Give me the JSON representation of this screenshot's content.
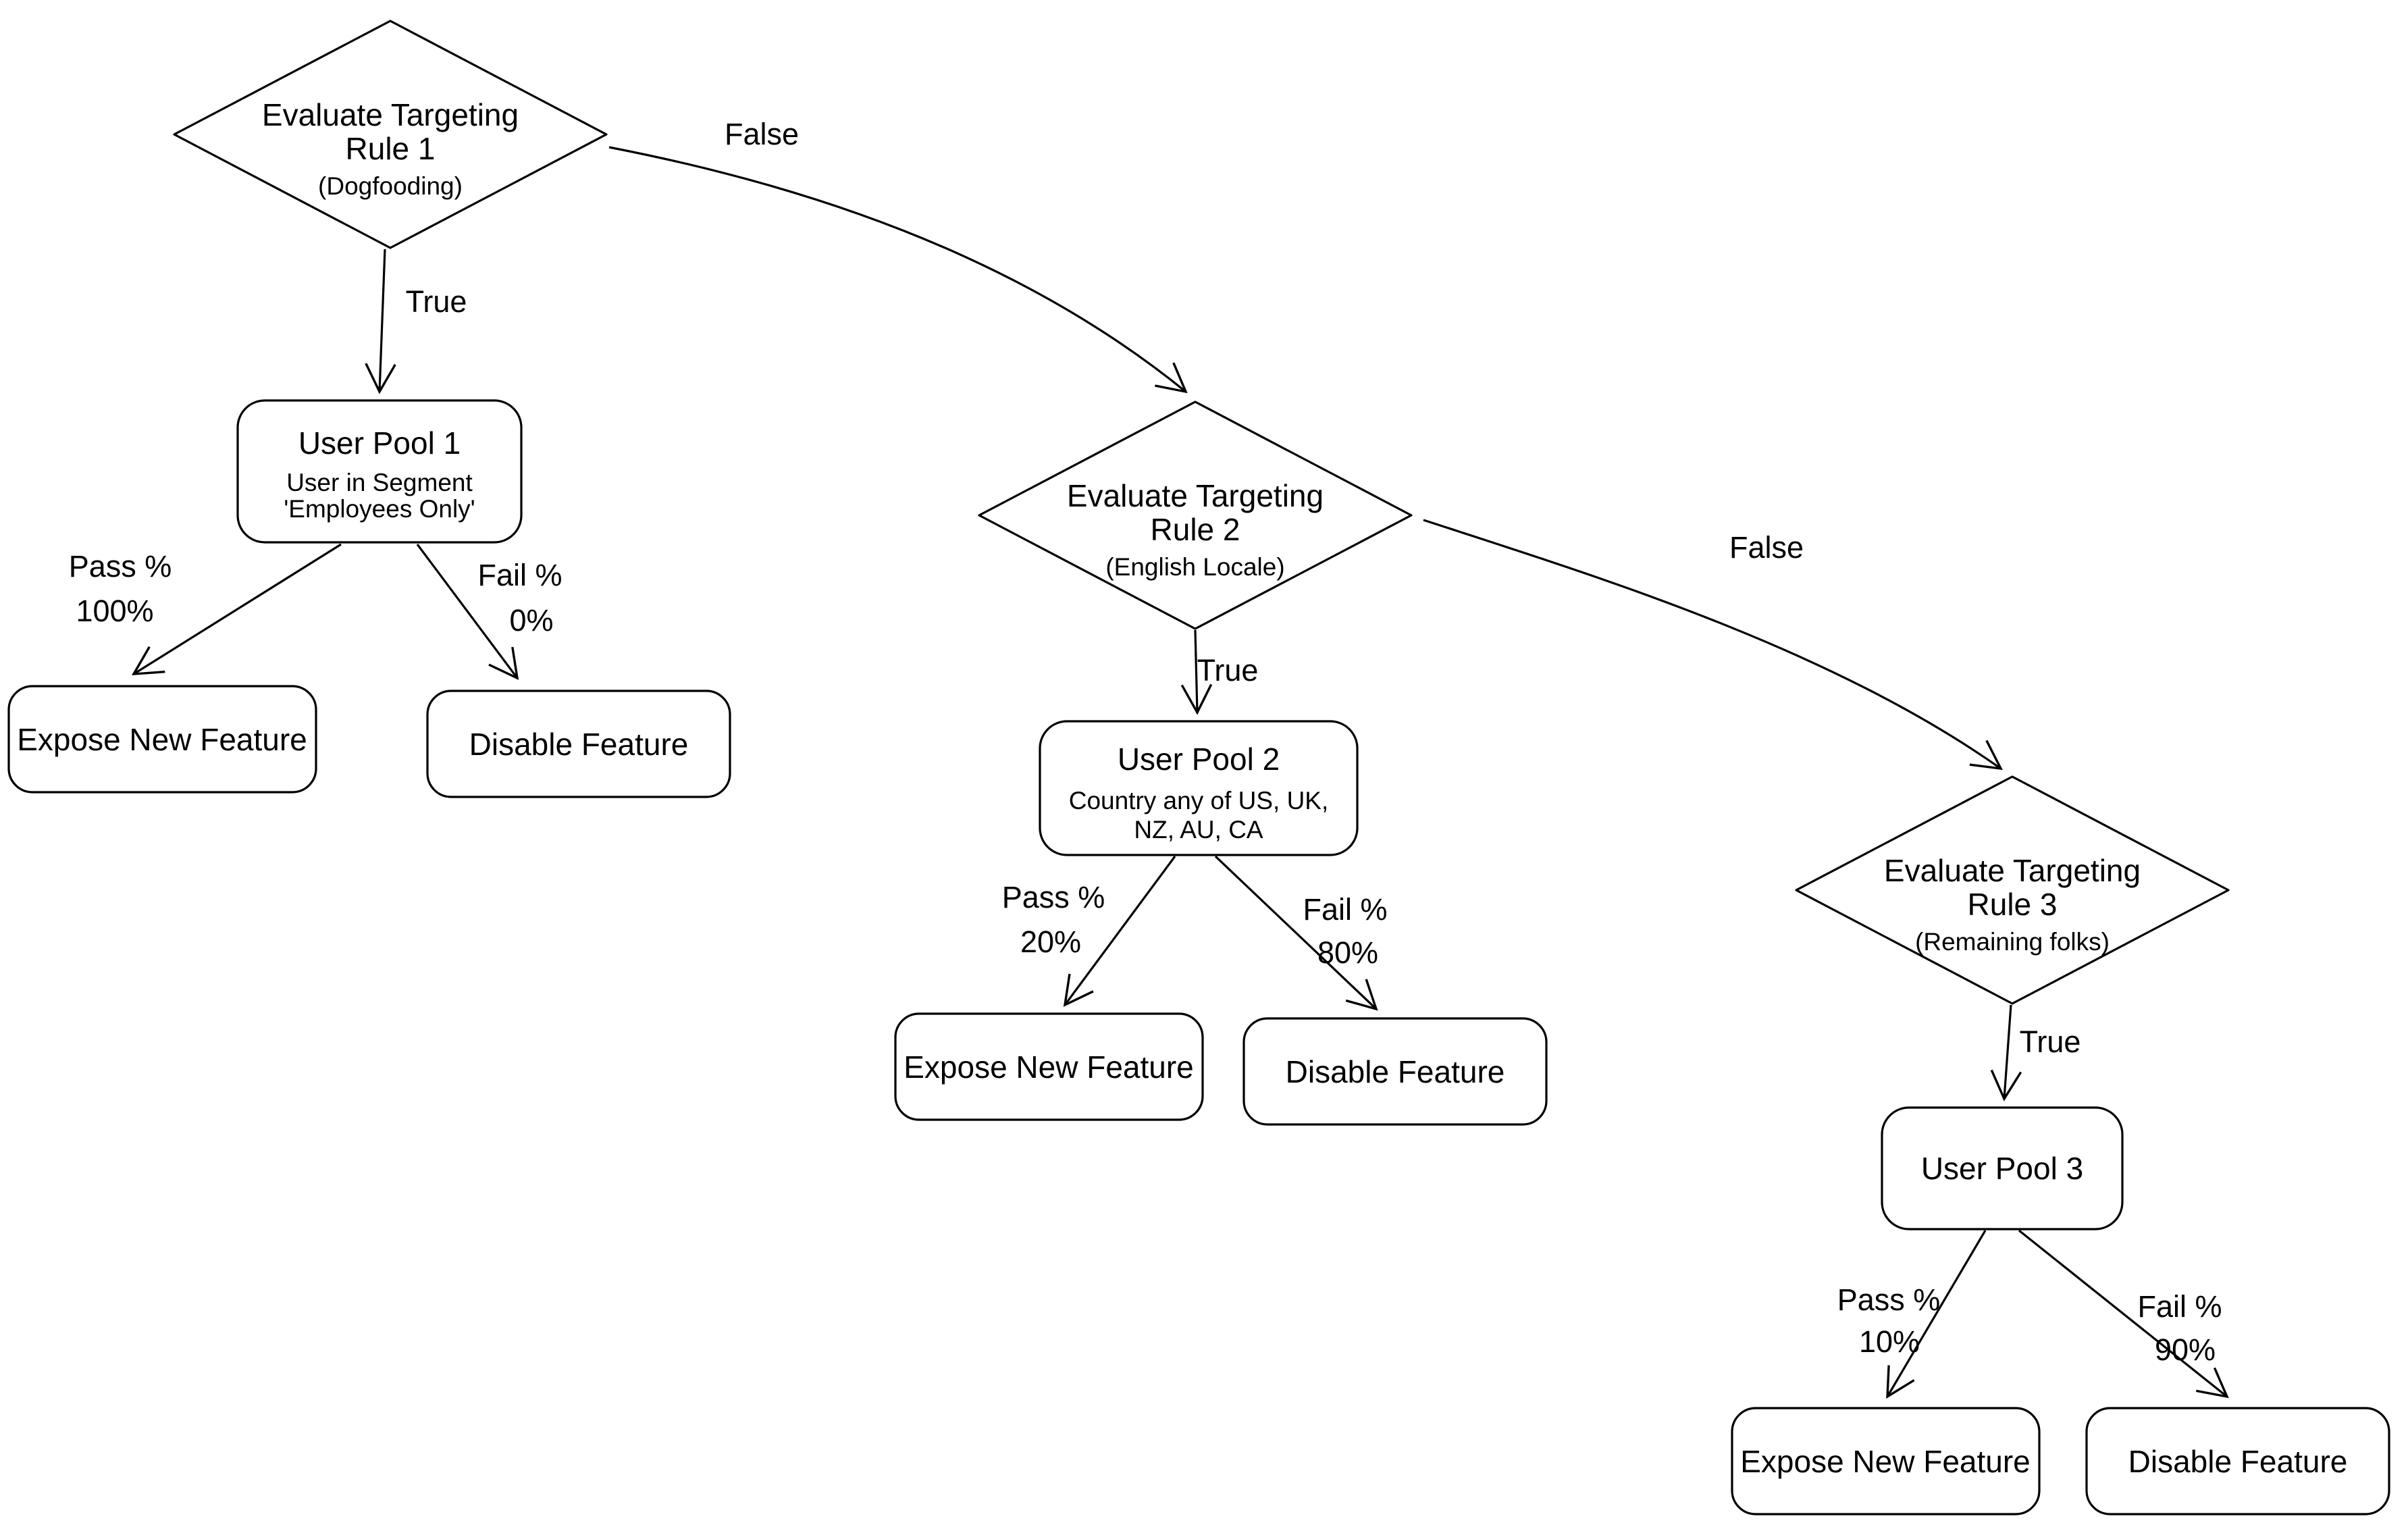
{
  "nodes": {
    "rule1": {
      "line1": "Evaluate Targeting",
      "line2": "Rule 1",
      "note": "(Dogfooding)"
    },
    "rule2": {
      "line1": "Evaluate Targeting",
      "line2": "Rule 2",
      "note": "(English Locale)"
    },
    "rule3": {
      "line1": "Evaluate Targeting",
      "line2": "Rule 3",
      "note": "(Remaining folks)"
    },
    "pool1": {
      "title": "User Pool 1",
      "note1": "User in Segment",
      "note2": "'Employees Only'"
    },
    "pool2": {
      "title": "User Pool 2",
      "note1": "Country any of US, UK,",
      "note2": "NZ, AU, CA"
    },
    "pool3": {
      "title": "User Pool 3"
    },
    "expose": "Expose New Feature",
    "disable": "Disable Feature"
  },
  "labels": {
    "true": "True",
    "false": "False",
    "pass": "Pass %",
    "fail": "Fail %",
    "rule1_pass_pct": "100%",
    "rule1_fail_pct": "0%",
    "rule2_pass_pct": "20%",
    "rule2_fail_pct": "80%",
    "rule3_pass_pct": "10%",
    "rule3_fail_pct": "90%"
  },
  "colors": {
    "line": "#000000",
    "text": "#000000",
    "background": "#ffffff"
  }
}
